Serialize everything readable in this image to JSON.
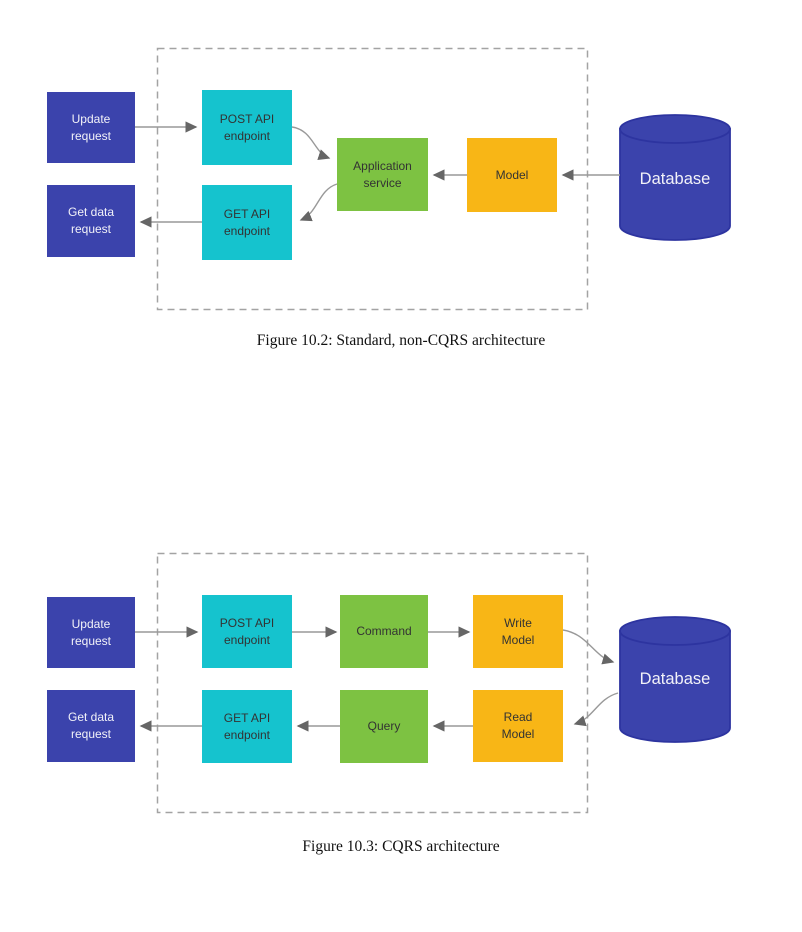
{
  "colors": {
    "box-blue": "#3B43AC",
    "box-cyan": "#15C3CE",
    "box-green": "#7DC242",
    "box-yellow": "#F8B616",
    "arrow-line": "#999999",
    "arrow-head": "#666666",
    "dash-border": "#A3A3A3",
    "label-dark": "#333333",
    "label-light": "#F2F2F8"
  },
  "figure1": {
    "caption": "Figure 10.2: Standard, non-CQRS architecture",
    "nodes": {
      "update_request": "Update\nrequest",
      "get_data_request": "Get data\nrequest",
      "post_api_endpoint": "POST API\nendpoint",
      "get_api_endpoint": "GET API\nendpoint",
      "application_service": "Application\nservice",
      "model": "Model",
      "database": "Database"
    }
  },
  "figure2": {
    "caption": "Figure 10.3: CQRS architecture",
    "nodes": {
      "update_request": "Update\nrequest",
      "get_data_request": "Get data\nrequest",
      "post_api_endpoint": "POST API\nendpoint",
      "get_api_endpoint": "GET API\nendpoint",
      "command": "Command",
      "query": "Query",
      "write_model": "Write\nModel",
      "read_model": "Read\nModel",
      "database": "Database"
    }
  }
}
